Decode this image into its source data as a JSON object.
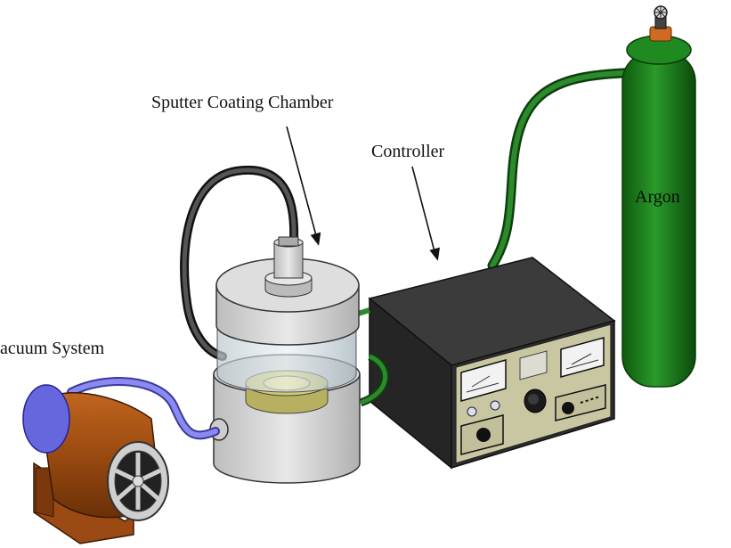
{
  "labels": {
    "sputter_chamber": "Sputter Coating Chamber",
    "controller": "Controller",
    "vacuum_system": "acuum System",
    "argon": "Argon"
  },
  "colors": {
    "gas_hose": "#1e6a1e",
    "argon_tank": "#1b7a1b",
    "vacuum_hose": "#7777ee",
    "pump_body": "#a04d10",
    "pump_base": "#9a4a12",
    "controller_body": "#2a2a2a",
    "front_panel": "#c9c7a2",
    "chamber_metal": "#d9d9d9",
    "target_ring": "#c9c26a",
    "cable": "#333333",
    "valve": "#d06a20"
  }
}
